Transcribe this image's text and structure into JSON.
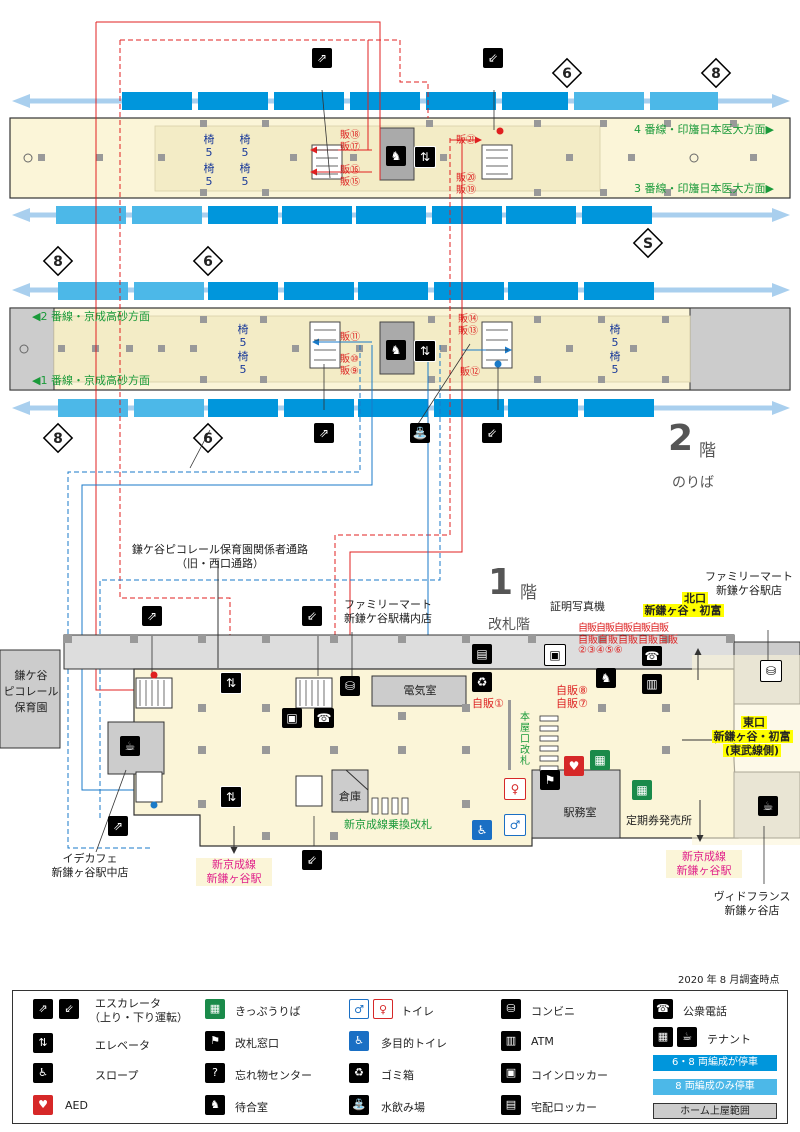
{
  "survey_date": "2020 年 8 月調査時点",
  "floor2": {
    "number": "2",
    "unit": "階",
    "sub": "のりば"
  },
  "floor1": {
    "number": "1",
    "unit": "階",
    "sub": "改札階"
  },
  "platforms": {
    "line4": "4 番線・印旛日本医大方面▶",
    "line3": "3 番線・印旛日本医大方面▶",
    "line2": "◀2 番線・京成高砂方面",
    "line1": "◀1 番線・京成高砂方面",
    "badges": [
      "6",
      "8",
      "8",
      "6",
      "S",
      "8",
      "6"
    ]
  },
  "seats": {
    "label": "椅",
    "count": "5"
  },
  "vending_upper": [
    "販⑱",
    "販⑰",
    "販⑯",
    "販⑮",
    "販㉑",
    "販⑳",
    "販⑲"
  ],
  "vending_lower": [
    "販⑪",
    "販⑩",
    "販⑨",
    "販⑭",
    "販⑬",
    "販⑫"
  ],
  "labels": {
    "passage": "鎌ケ谷ピコレール保育園関係者通路",
    "passage_sub": "（旧・西口通路）",
    "nursery": "鎌ケ谷\nピコレール\n保育園",
    "family_inner": "ファミリーマート\n新鎌ケ谷駅構内店",
    "family_outer": "ファミリーマート\n新鎌ケ谷駅店",
    "photo": "証明写真機",
    "vend_top": [
      "自販",
      "自販",
      "自販",
      "自販",
      "自販"
    ],
    "vend_top_nums": "②③④⑤⑥",
    "jihan8": "自販⑧",
    "jihan7": "自販⑦",
    "jihan1": "自販①",
    "electric": "電気室",
    "honkaisatsu": "本屋口改札",
    "souko": "倉庫",
    "norikae": "新京成線乗換改札",
    "ekimu": "駅務室",
    "teiki": "定期券発売所",
    "north": "北口",
    "north_dest": "新鎌ヶ谷・初富",
    "east": "東口",
    "east_dest": "新鎌ヶ谷・初富",
    "east_sub": "(東武線側)",
    "ide": "イデカフェ\n新鎌ヶ谷駅中店",
    "shinkeisei_left": "新京成線\n新鎌ヶ谷駅",
    "shinkeisei_right": "新京成線\n新鎌ヶ谷駅",
    "vie": "ヴィドフランス\n新鎌ヶ谷店"
  },
  "legend": {
    "escalator": "エスカレータ",
    "escalator_sub": "（上り・下り運転）",
    "elevator": "エレベータ",
    "slope": "スロープ",
    "aed": "AED",
    "ticket": "きっぷうりば",
    "gate_window": "改札窓口",
    "lost": "忘れ物センター",
    "waiting": "待合室",
    "toilet": "トイレ",
    "multi_toilet": "多目的トイレ",
    "trash": "ゴミ箱",
    "water": "水飲み場",
    "conv": "コンビニ",
    "atm": "ATM",
    "locker": "コインロッカー",
    "delivery": "宅配ロッカー",
    "phone": "公衆電話",
    "tenant": "テナント",
    "car68": "6・8 両編成が停車",
    "car8": "8 両編成のみ停車",
    "roof": "ホーム上屋範囲"
  },
  "colors": {
    "track_dark": "#0096dc",
    "track_light": "#4cb8e8",
    "platform": "#fbf5d8",
    "roof": "#cccccc",
    "red_route": "#e02020",
    "blue_route": "#1a7ac8",
    "label_yellow": "#ffff00"
  }
}
